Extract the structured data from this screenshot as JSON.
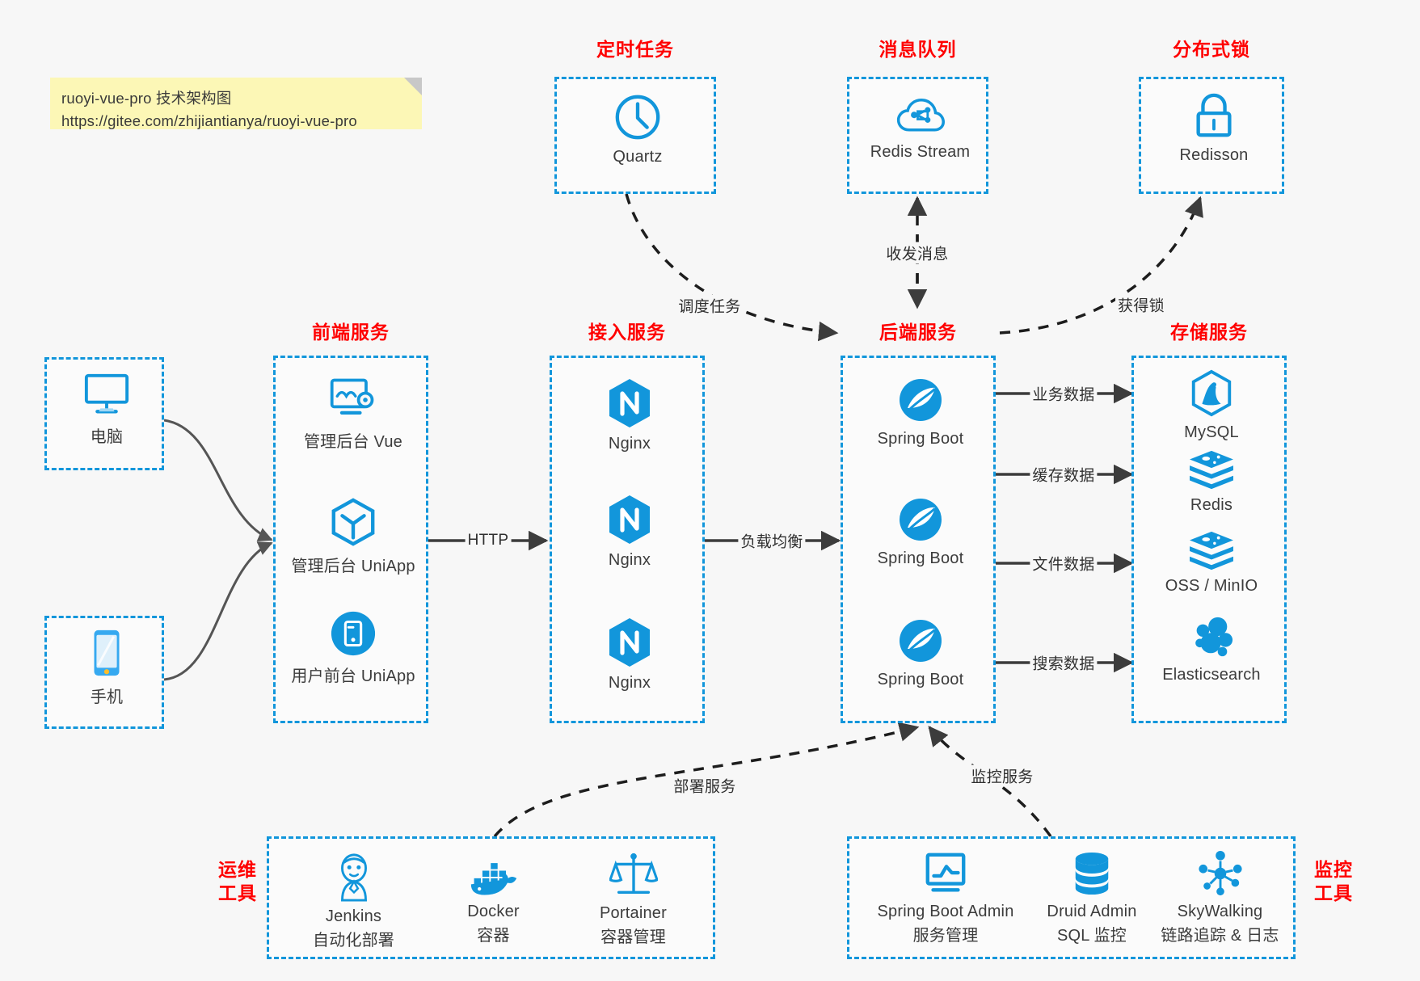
{
  "note": {
    "line1": "ruoyi-vue-pro 技术架构图",
    "line2": "https://gitee.com/zhijiantianya/ruoyi-vue-pro"
  },
  "colors": {
    "accent": "#1296db",
    "group_border": "#1296db",
    "group_title": "#ff0000",
    "edge": "#3c3c3c",
    "note_bg": "#fcf7b6",
    "canvas_bg": "#f7f7f7",
    "label_text": "#3c3c3c"
  },
  "groups": {
    "scheduled_task": {
      "title": "定时任务",
      "nodes": [
        {
          "icon": "clock-icon",
          "label": "Quartz"
        }
      ]
    },
    "message_queue": {
      "title": "消息队列",
      "nodes": [
        {
          "icon": "cloud-stream-icon",
          "label": "Redis Stream"
        }
      ]
    },
    "distributed_lock": {
      "title": "分布式锁",
      "nodes": [
        {
          "icon": "lock-icon",
          "label": "Redisson"
        }
      ]
    },
    "clients": {
      "nodes": [
        {
          "icon": "desktop-icon",
          "label": "电脑"
        },
        {
          "icon": "mobile-icon",
          "label": "手机"
        }
      ]
    },
    "frontend_service": {
      "title": "前端服务",
      "nodes": [
        {
          "icon": "admin-dashboard-icon",
          "label": "管理后台 Vue"
        },
        {
          "icon": "cube-icon",
          "label": "管理后台 UniApp"
        },
        {
          "icon": "app-icon",
          "label": "用户前台 UniApp"
        }
      ]
    },
    "gateway_service": {
      "title": "接入服务",
      "nodes": [
        {
          "icon": "nginx-icon",
          "label": "Nginx"
        },
        {
          "icon": "nginx-icon",
          "label": "Nginx"
        },
        {
          "icon": "nginx-icon",
          "label": "Nginx"
        }
      ]
    },
    "backend_service": {
      "title": "后端服务",
      "nodes": [
        {
          "icon": "spring-boot-icon",
          "label": "Spring Boot"
        },
        {
          "icon": "spring-boot-icon",
          "label": "Spring Boot"
        },
        {
          "icon": "spring-boot-icon",
          "label": "Spring Boot"
        }
      ]
    },
    "storage_service": {
      "title": "存储服务",
      "nodes": [
        {
          "icon": "mysql-icon",
          "label": "MySQL"
        },
        {
          "icon": "redis-icon",
          "label": "Redis"
        },
        {
          "icon": "redis-icon",
          "label": "OSS / MinIO"
        },
        {
          "icon": "elasticsearch-icon",
          "label": "Elasticsearch"
        }
      ]
    },
    "devops_tools": {
      "title": "运维\n工具",
      "title_line1": "运维",
      "title_line2": "工具",
      "nodes": [
        {
          "icon": "jenkins-icon",
          "label": "Jenkins",
          "sublabel": "自动化部署"
        },
        {
          "icon": "docker-icon",
          "label": "Docker",
          "sublabel": "容器"
        },
        {
          "icon": "portainer-icon",
          "label": "Portainer",
          "sublabel": "容器管理"
        }
      ]
    },
    "monitor_tools": {
      "title": "监控\n工具",
      "title_line1": "监控",
      "title_line2": "工具",
      "nodes": [
        {
          "icon": "monitor-chart-icon",
          "label": "Spring Boot Admin",
          "sublabel": "服务管理"
        },
        {
          "icon": "database-icon",
          "label": "Druid Admin",
          "sublabel": "SQL 监控"
        },
        {
          "icon": "skywalking-icon",
          "label": "SkyWalking",
          "sublabel": "链路追踪 & 日志"
        }
      ]
    }
  },
  "edges": [
    {
      "id": "edge-schedule-task",
      "label": "调度任务",
      "from": "scheduled_task",
      "to": "backend_service",
      "style": "dashed"
    },
    {
      "id": "edge-send-receive-message",
      "label": "收发消息",
      "from": "backend_service",
      "to": "message_queue",
      "style": "dashed",
      "direction": "both"
    },
    {
      "id": "edge-acquire-lock",
      "label": "获得锁",
      "from": "backend_service",
      "to": "distributed_lock",
      "style": "dashed"
    },
    {
      "id": "edge-http",
      "label": "HTTP",
      "from": "frontend_service",
      "to": "gateway_service",
      "style": "solid"
    },
    {
      "id": "edge-load-balance",
      "label": "负载均衡",
      "from": "gateway_service",
      "to": "backend_service",
      "style": "solid"
    },
    {
      "id": "edge-business-data",
      "label": "业务数据",
      "from": "backend_service",
      "to": "storage_service",
      "style": "solid"
    },
    {
      "id": "edge-cache-data",
      "label": "缓存数据",
      "from": "backend_service",
      "to": "storage_service",
      "style": "solid"
    },
    {
      "id": "edge-file-data",
      "label": "文件数据",
      "from": "backend_service",
      "to": "storage_service",
      "style": "solid"
    },
    {
      "id": "edge-search-data",
      "label": "搜索数据",
      "from": "backend_service",
      "to": "storage_service",
      "style": "solid"
    },
    {
      "id": "edge-deploy-service",
      "label": "部署服务",
      "from": "devops_tools",
      "to": "backend_service",
      "style": "dashed"
    },
    {
      "id": "edge-monitor-service",
      "label": "监控服务",
      "from": "monitor_tools",
      "to": "backend_service",
      "style": "dashed"
    }
  ]
}
